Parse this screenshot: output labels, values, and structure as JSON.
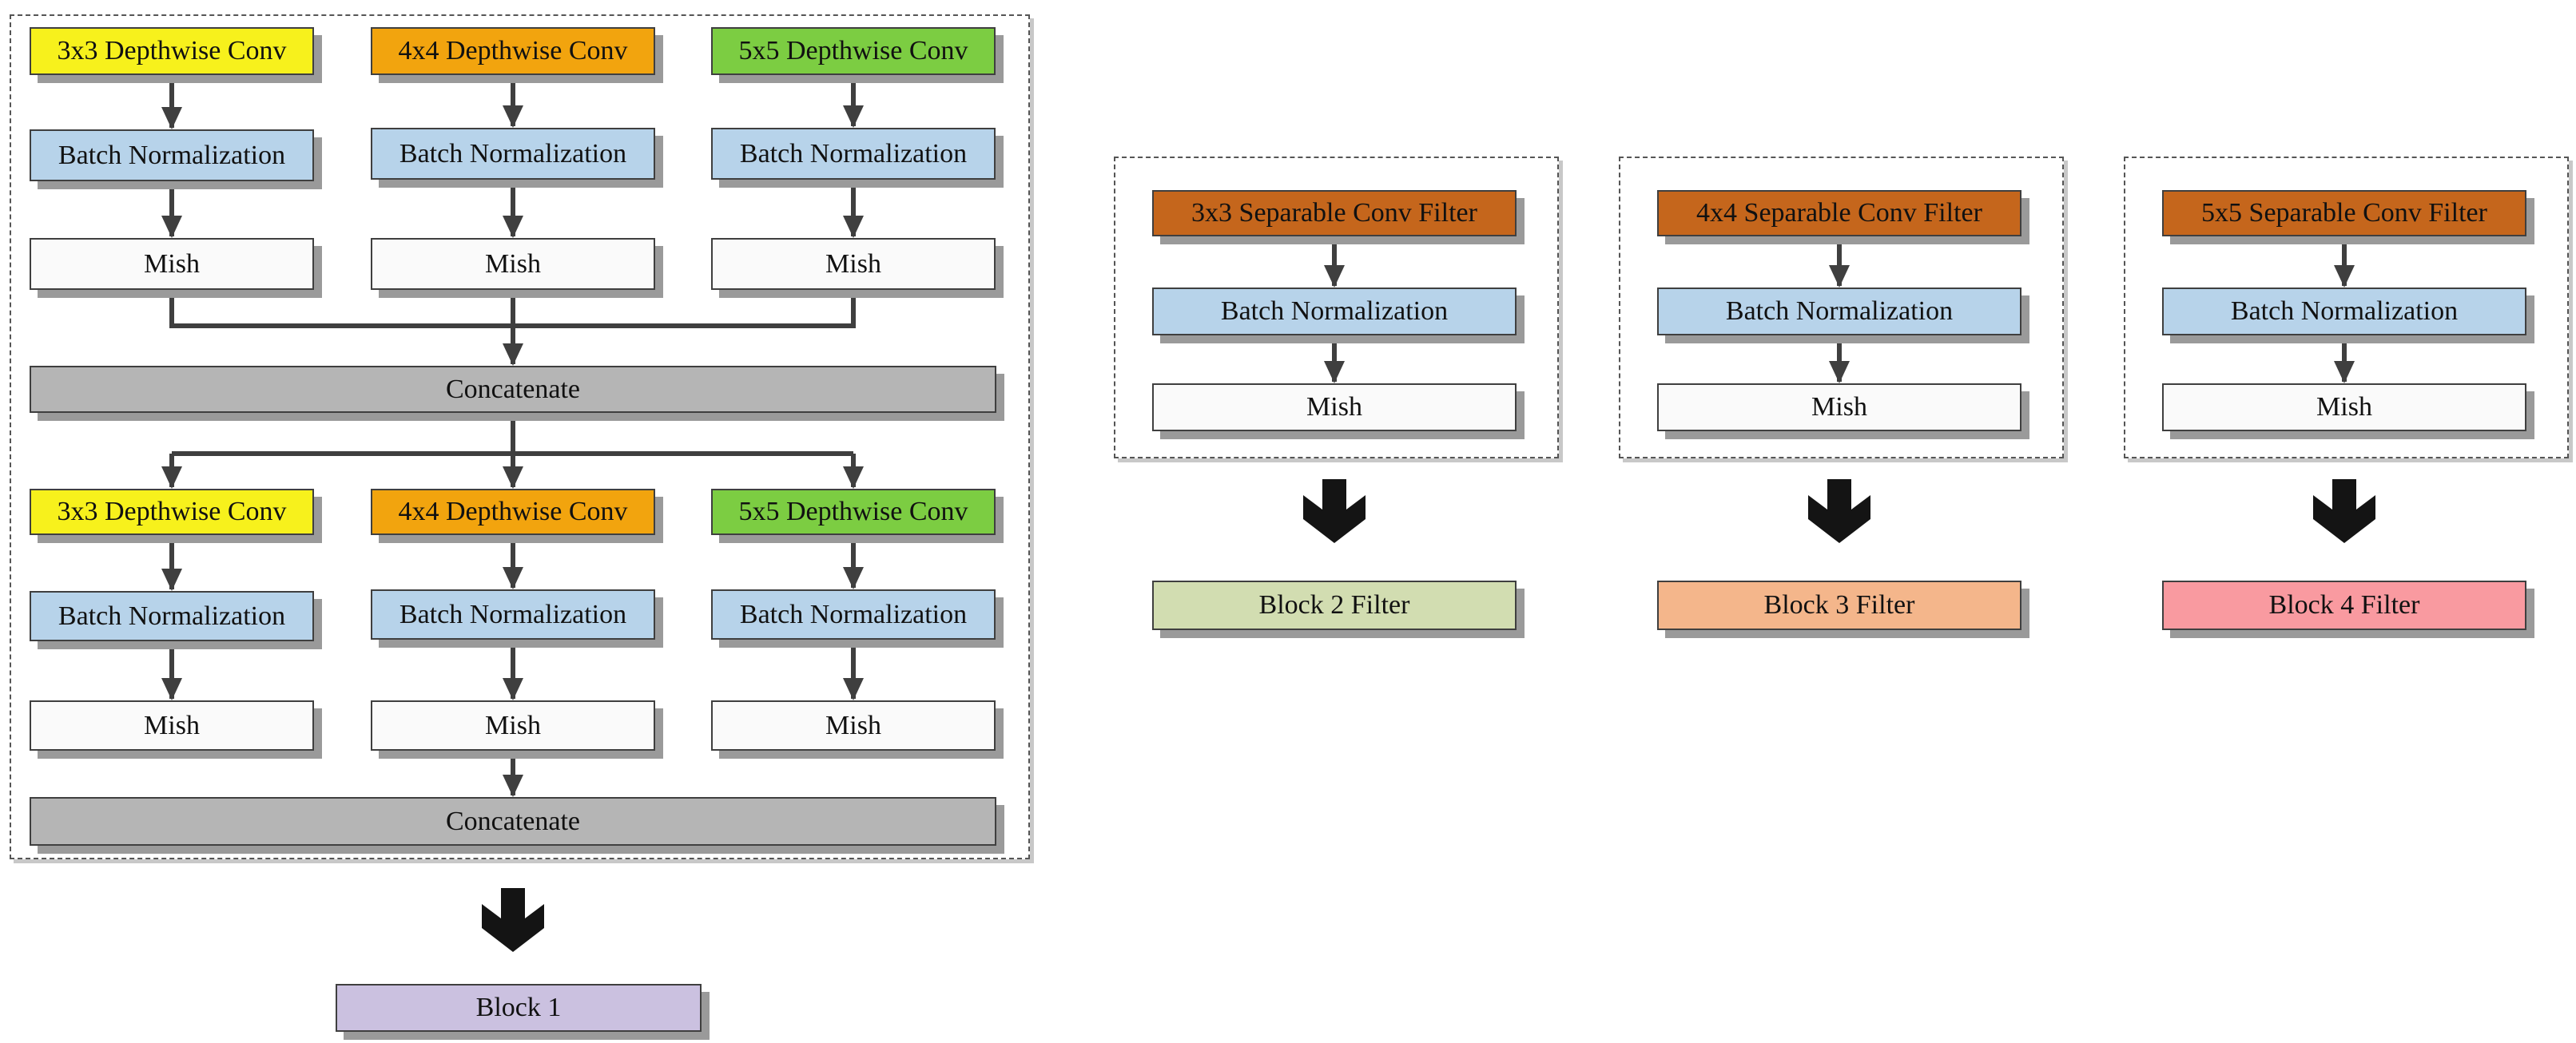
{
  "block1": {
    "top_row": [
      {
        "conv": "3x3 Depthwise Conv",
        "bn": "Batch Normalization",
        "act": "Mish",
        "color": "#f7f11c"
      },
      {
        "conv": "4x4 Depthwise Conv",
        "bn": "Batch Normalization",
        "act": "Mish",
        "color": "#f2a40e"
      },
      {
        "conv": "5x5 Depthwise Conv",
        "bn": "Batch Normalization",
        "act": "Mish",
        "color": "#7ccd42"
      }
    ],
    "concat_1": "Concatenate",
    "bottom_row": [
      {
        "conv": "3x3 Depthwise Conv",
        "bn": "Batch Normalization",
        "act": "Mish",
        "color": "#f7f11c"
      },
      {
        "conv": "4x4 Depthwise Conv",
        "bn": "Batch Normalization",
        "act": "Mish",
        "color": "#f2a40e"
      },
      {
        "conv": "5x5 Depthwise Conv",
        "bn": "Batch Normalization",
        "act": "Mish",
        "color": "#7ccd42"
      }
    ],
    "concat_2": "Concatenate",
    "output": "Block 1",
    "output_color": "#cbc1e0"
  },
  "blocks": [
    {
      "filter": "3x3 Separable Conv Filter",
      "bn": "Batch Normalization",
      "act": "Mish",
      "output": "Block 2 Filter",
      "output_color": "#d2ddb1"
    },
    {
      "filter": "4x4 Separable Conv Filter",
      "bn": "Batch Normalization",
      "act": "Mish",
      "output": "Block 3 Filter",
      "output_color": "#f4b68b"
    },
    {
      "filter": "5x5 Separable Conv Filter",
      "bn": "Batch Normalization",
      "act": "Mish",
      "output": "Block 4 Filter",
      "output_color": "#f99aa0"
    }
  ],
  "colors": {
    "arrow": "#3f3f3f",
    "filter": "#c5661c",
    "batch_norm": "#b7d3ea",
    "concat": "#b5b5b5"
  }
}
